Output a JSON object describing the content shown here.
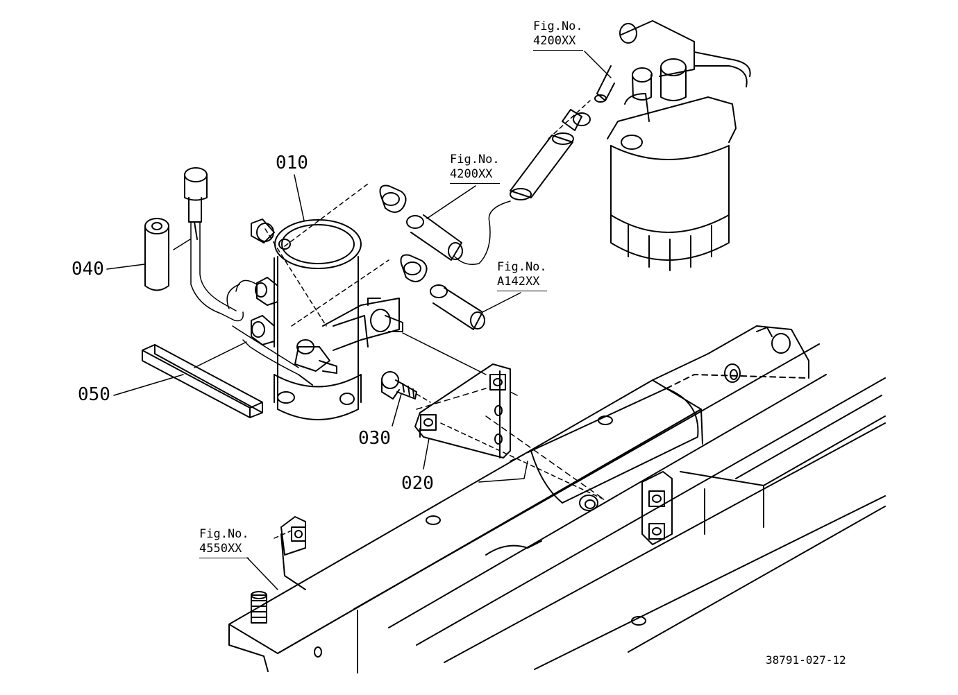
{
  "diagram": {
    "part_labels": {
      "p010": "010",
      "p020": "020",
      "p030": "030",
      "p040": "040",
      "p050": "050"
    },
    "fig_refs": {
      "top": {
        "prefix": "Fig.No.",
        "number": "4200XX"
      },
      "middle": {
        "prefix": "Fig.No.",
        "number": "4200XX"
      },
      "hose": {
        "prefix": "Fig.No.",
        "number": "A142XX"
      },
      "frame": {
        "prefix": "Fig.No.",
        "number": "4550XX"
      }
    },
    "drawing_code": "38791-027-12"
  }
}
